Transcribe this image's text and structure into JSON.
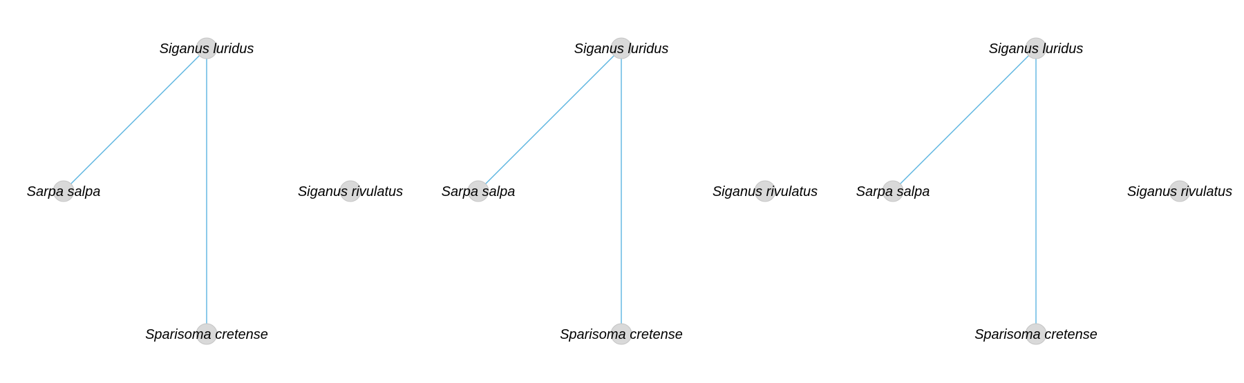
{
  "colors": {
    "node_fill": "#d9d9d9",
    "node_stroke": "#c4c4c4",
    "edge": "#5ab4e0",
    "background": "#ffffff"
  },
  "panels": [
    {
      "nodes": [
        {
          "id": "siganus_luridus",
          "label": "Siganus luridus"
        },
        {
          "id": "sarpa_salpa",
          "label": "Sarpa salpa"
        },
        {
          "id": "siganus_rivulatus",
          "label": "Siganus rivulatus"
        },
        {
          "id": "sparisoma_cretense",
          "label": "Sparisoma cretense"
        }
      ],
      "edges": [
        {
          "from": "siganus_luridus",
          "to": "sarpa_salpa"
        },
        {
          "from": "siganus_luridus",
          "to": "sparisoma_cretense"
        }
      ]
    },
    {
      "nodes": [
        {
          "id": "siganus_luridus",
          "label": "Siganus luridus"
        },
        {
          "id": "sarpa_salpa",
          "label": "Sarpa salpa"
        },
        {
          "id": "siganus_rivulatus",
          "label": "Siganus rivulatus"
        },
        {
          "id": "sparisoma_cretense",
          "label": "Sparisoma cretense"
        }
      ],
      "edges": [
        {
          "from": "siganus_luridus",
          "to": "sarpa_salpa"
        },
        {
          "from": "siganus_luridus",
          "to": "sparisoma_cretense"
        }
      ]
    },
    {
      "nodes": [
        {
          "id": "siganus_luridus",
          "label": "Siganus luridus"
        },
        {
          "id": "sarpa_salpa",
          "label": "Sarpa salpa"
        },
        {
          "id": "siganus_rivulatus",
          "label": "Siganus rivulatus"
        },
        {
          "id": "sparisoma_cretense",
          "label": "Sparisoma cretense"
        }
      ],
      "edges": [
        {
          "from": "siganus_luridus",
          "to": "sarpa_salpa"
        },
        {
          "from": "siganus_luridus",
          "to": "sparisoma_cretense"
        }
      ]
    }
  ]
}
